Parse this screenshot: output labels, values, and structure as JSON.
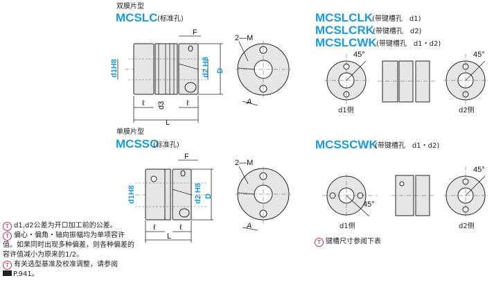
{
  "double": {
    "category": "双膜片型",
    "model": "MCSLC",
    "bore_type": "(标准孔)",
    "dims": {
      "d1": "d1H8",
      "d2": "d2 H8",
      "D": "D",
      "F": "F",
      "l": "ℓ",
      "L": "L",
      "d3": "d3",
      "M": "2—M",
      "A": "A"
    }
  },
  "double_keyed": [
    {
      "model": "MCSLCLK",
      "note": "(带键槽孔　d1)"
    },
    {
      "model": "MCSLCRK",
      "note": "(带键槽孔　d2)"
    },
    {
      "model": "MCSLCWK",
      "note": "(带键槽孔　d1・d2)"
    }
  ],
  "double_keyed_views": {
    "angle": "45°",
    "d1_side": "d1侧",
    "d2_side": "d2侧"
  },
  "single": {
    "category": "单膜片型",
    "model": "MCSSC",
    "bore_type": "(标准孔)",
    "dims": {
      "d1": "d1H8",
      "d2": "d2 H8",
      "D": "D",
      "F": "F",
      "l": "ℓ",
      "L": "L",
      "M": "2—M",
      "A": "A"
    }
  },
  "single_keyed": {
    "model": "MCSSCWK",
    "note": "(带键槽孔　d1・d2)",
    "angle": "45°",
    "d1_side": "d1侧",
    "d2_side": "d2侧",
    "keyway_note": "键槽尺寸参阅下表"
  },
  "notes": [
    "d1,d2公差为开口加工前的公差。",
    "偏心・偏角・轴向振幅均为单项容许值。如果同时出现多种偏差，则各种偏差的容许值减小为原来的1/2。",
    "有关选型基准及校准调整，请参阅"
  ],
  "page_ref": "P.941。",
  "colors": {
    "accent": "#1a9ae0",
    "note_icon": "#c0306a"
  }
}
